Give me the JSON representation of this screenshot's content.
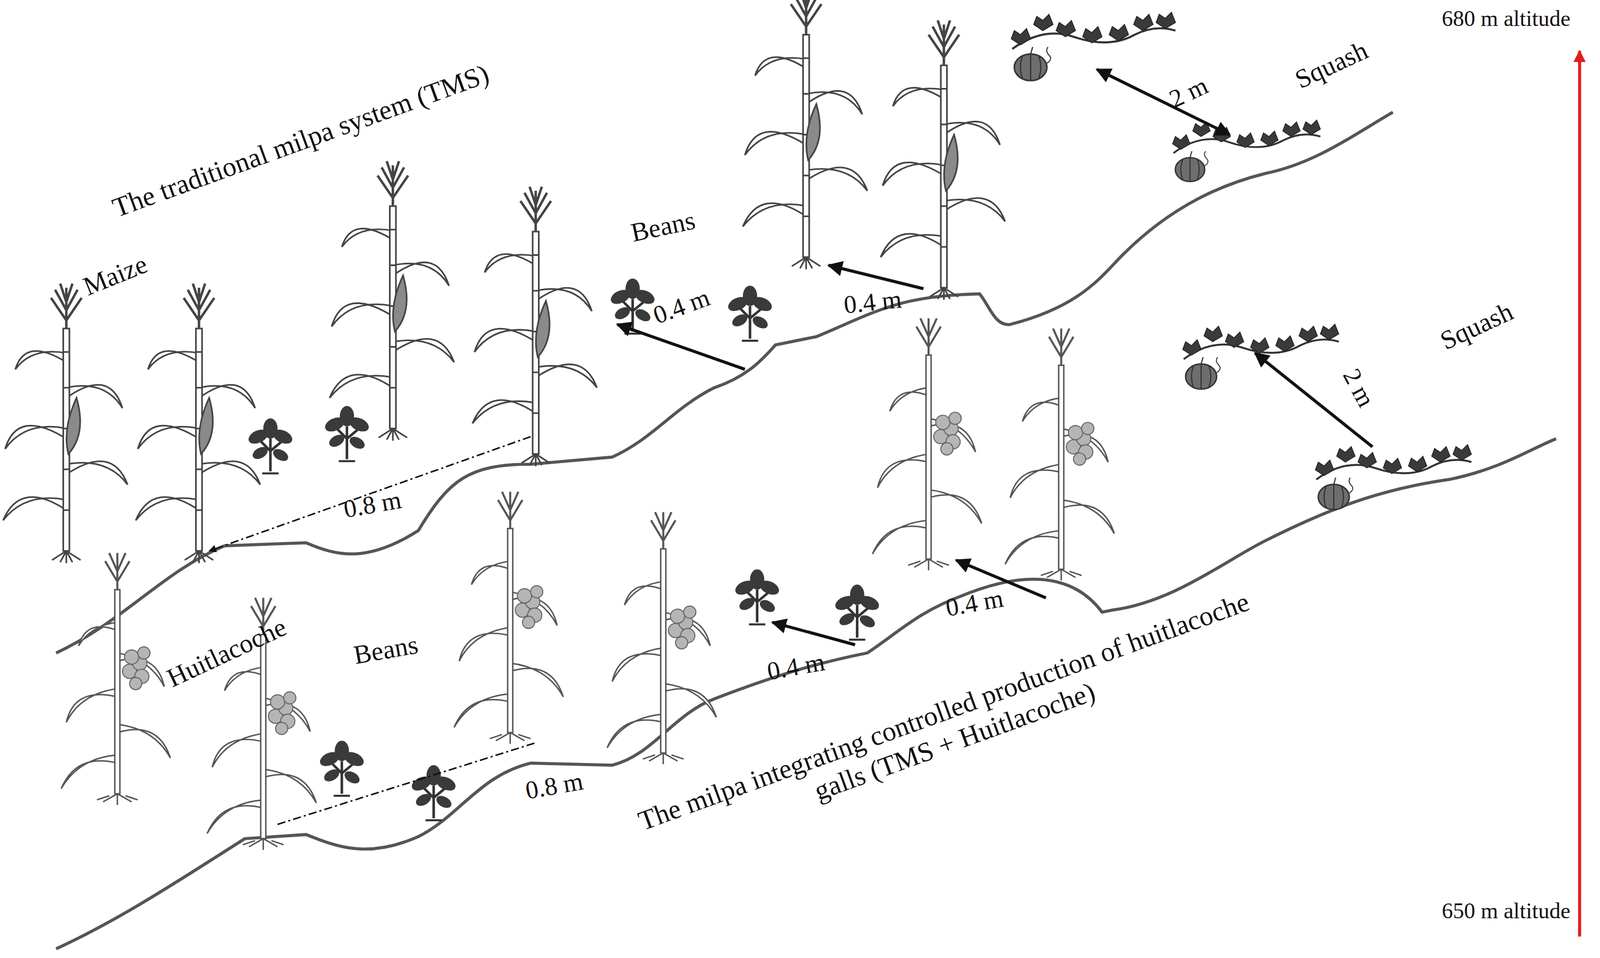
{
  "diagram": {
    "labels": [
      "The traditional milpa system (TMS)",
      "Maize",
      "Beans",
      "0.4 m",
      "0.8 m",
      "0.4 m",
      "2 m",
      "Squash",
      "680 m altitude",
      "Squash",
      "2 m",
      "Huitlacoche",
      "Beans",
      "0.4 m",
      "0.4 m",
      "0.8 m",
      "The milpa integrating controlled production of huitlacoche galls (TMS + Huitlacoche)",
      "650 m altitude"
    ]
  }
}
